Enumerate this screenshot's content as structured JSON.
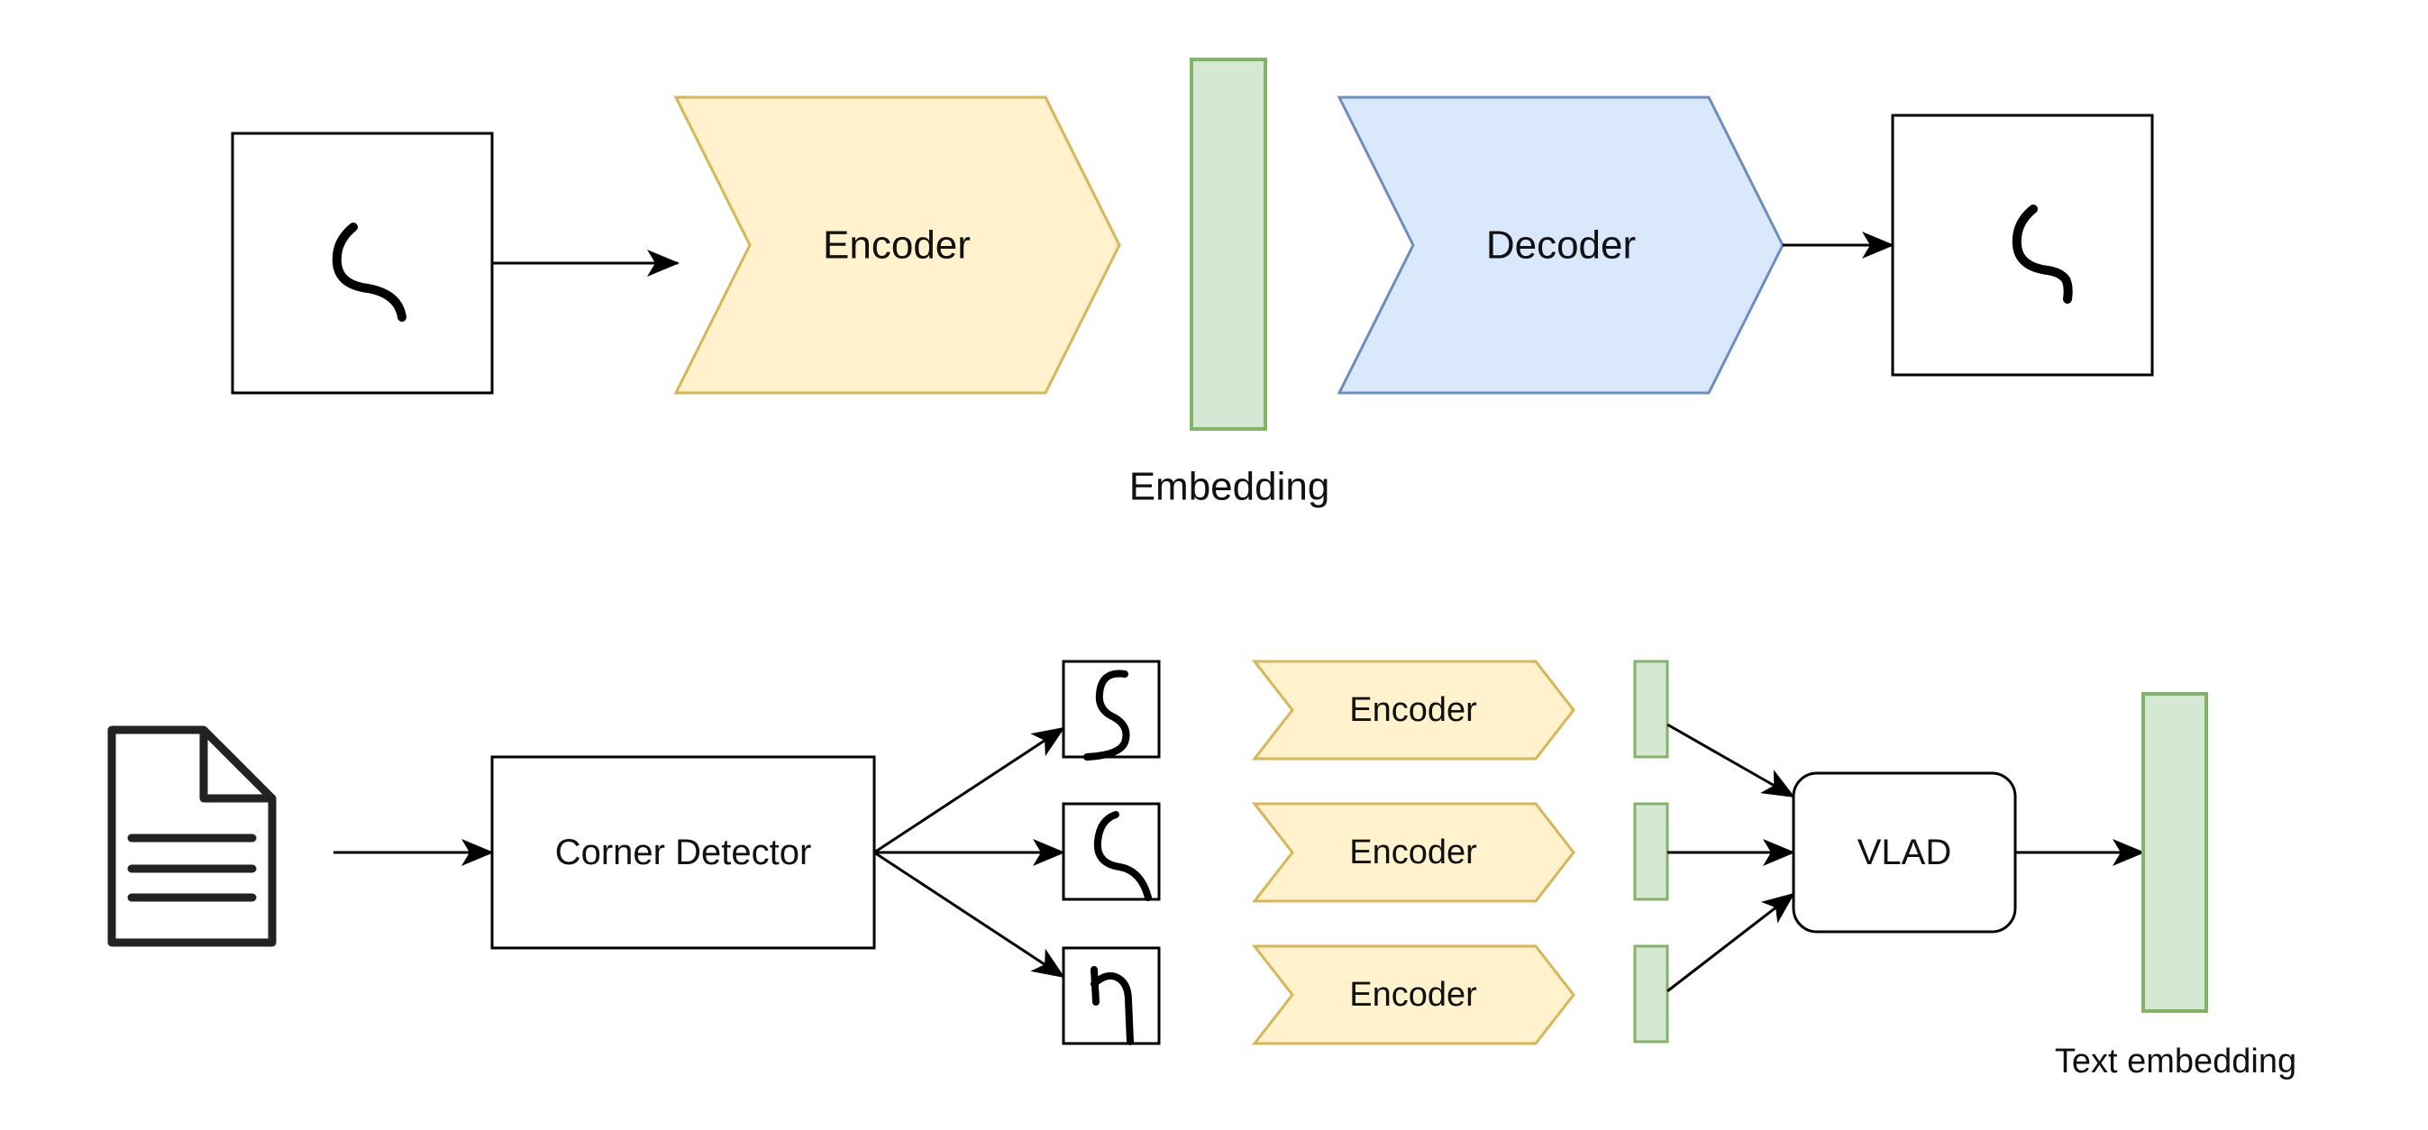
{
  "autoencoder": {
    "encoder_label": "Encoder",
    "decoder_label": "Decoder",
    "embedding_label": "Embedding"
  },
  "pipeline": {
    "corner_detector_label": "Corner Detector",
    "encoder_labels": [
      "Encoder",
      "Encoder",
      "Encoder"
    ],
    "vlad_label": "VLAD",
    "text_embedding_label": "Text embedding"
  },
  "colors": {
    "encoder_fill": "#fff2cc",
    "encoder_stroke": "#d6b656",
    "decoder_fill": "#dae8fc",
    "decoder_stroke": "#6c8ebf",
    "embedding_fill": "#d5e8d4",
    "embedding_stroke": "#82b366",
    "line": "#000000"
  }
}
